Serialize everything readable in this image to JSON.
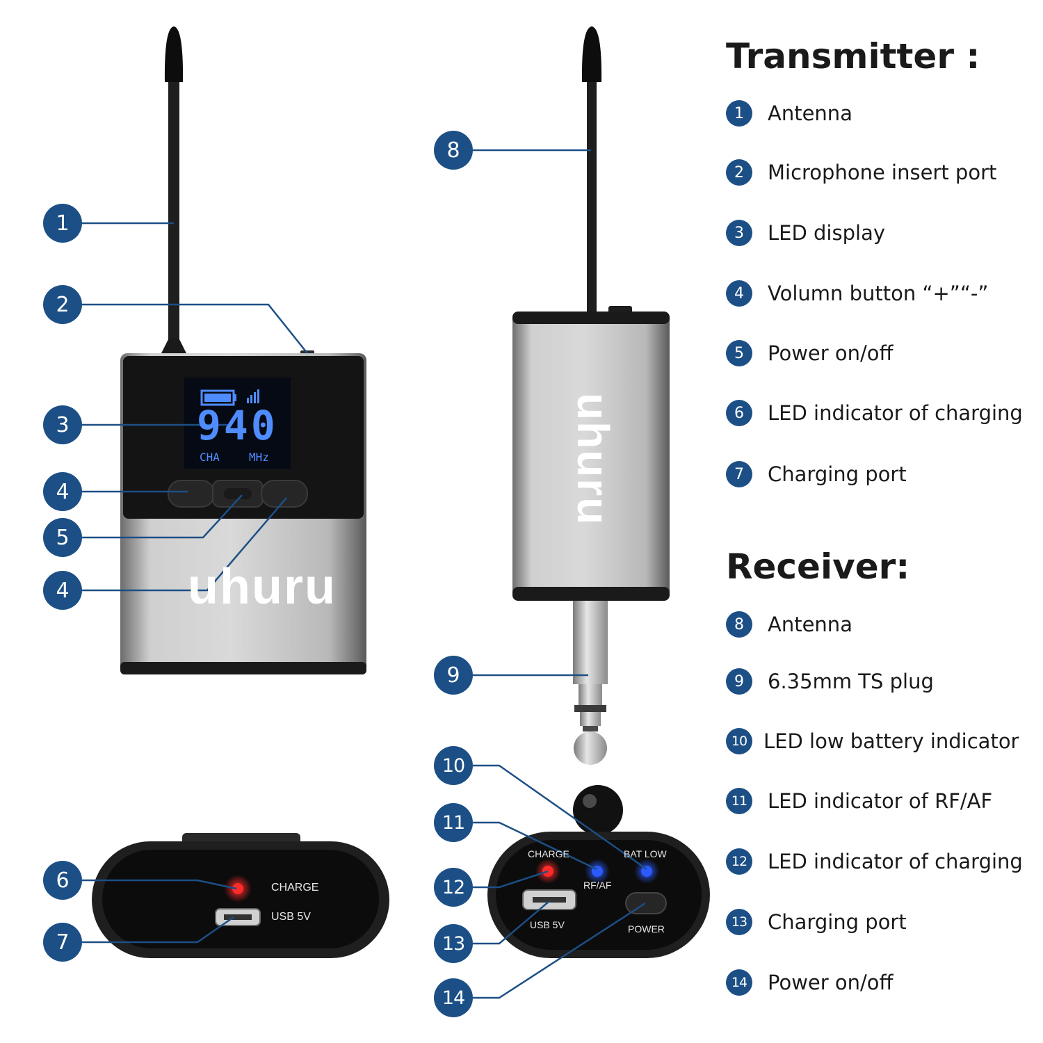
{
  "brand": "uhuru",
  "transmitter": {
    "heading": "Transmitter :",
    "items": [
      {
        "n": "1",
        "label": "Antenna"
      },
      {
        "n": "2",
        "label": "Microphone insert port"
      },
      {
        "n": "3",
        "label": "LED display"
      },
      {
        "n": "4",
        "label": "Volumn button “+”“-”"
      },
      {
        "n": "5",
        "label": "Power on/off"
      },
      {
        "n": "6",
        "label": "LED indicator of charging"
      },
      {
        "n": "7",
        "label": "Charging port"
      }
    ],
    "lcd": {
      "frequency": "940",
      "channel": "CHA",
      "unit": "MHz"
    },
    "bottom": {
      "charge": "CHARGE",
      "usb": "USB 5V"
    }
  },
  "receiver": {
    "heading": "Receiver:",
    "items": [
      {
        "n": "8",
        "label": "Antenna"
      },
      {
        "n": "9",
        "label": "6.35mm TS plug"
      },
      {
        "n": "10",
        "label": "LED low battery indicator"
      },
      {
        "n": "11",
        "label": "LED indicator of RF/AF"
      },
      {
        "n": "12",
        "label": "LED indicator of charging"
      },
      {
        "n": "13",
        "label": "Charging port"
      },
      {
        "n": "14",
        "label": "Power on/off"
      }
    ],
    "bottom": {
      "charge": "CHARGE",
      "rfaf": "RF/AF",
      "batlow": "BAT LOW",
      "usb": "USB 5V",
      "power": "POWER"
    }
  },
  "callouts": [
    "1",
    "2",
    "3",
    "4",
    "5",
    "4",
    "6",
    "7",
    "8",
    "9",
    "10",
    "11",
    "12",
    "13",
    "14"
  ],
  "colors": {
    "marker": "#1c4f86",
    "lcd": "#4f8cff",
    "led_red": "#ff2a2a",
    "led_blue": "#2b5bff"
  }
}
